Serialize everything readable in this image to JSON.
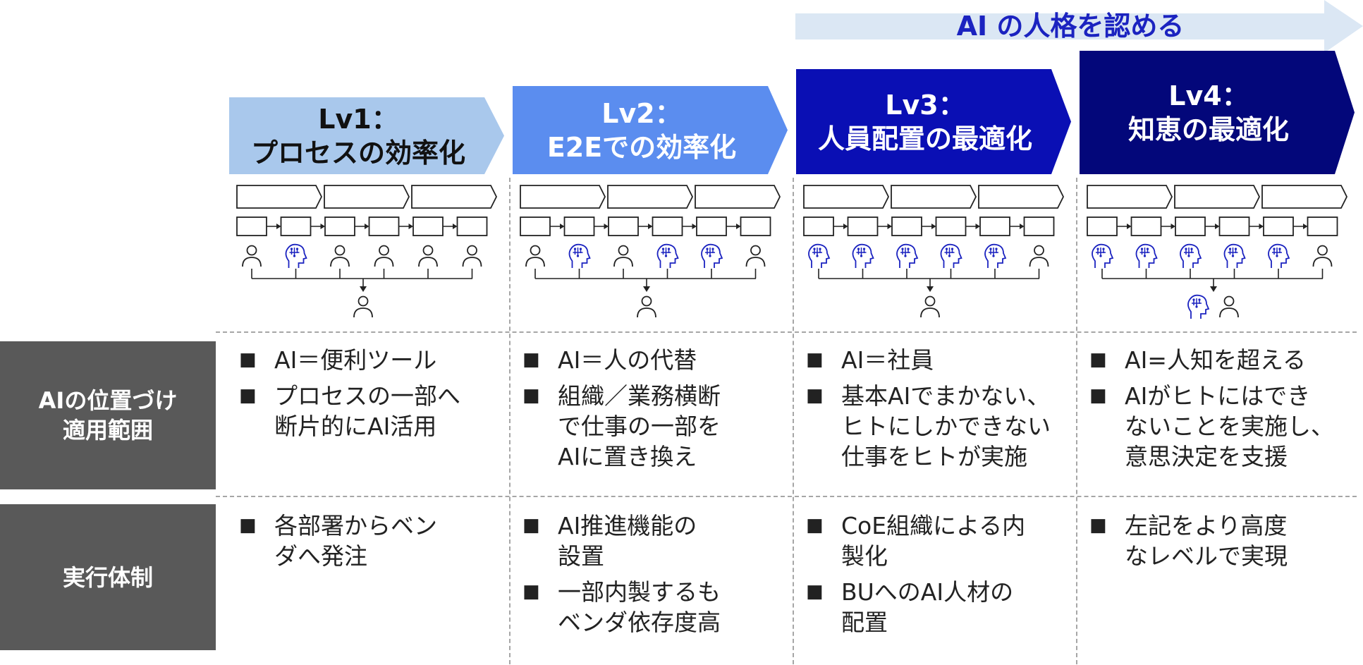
{
  "banner": {
    "label": "AI の人格を認める",
    "color": "#dbe7f4",
    "text_color": "#1b23c0"
  },
  "levels": [
    {
      "title": "Lv1：\nプロセスの効率化",
      "fill": "#a9c8ec",
      "text_color": "#111111",
      "workers": [
        "person",
        "ai",
        "person",
        "person",
        "person",
        "person"
      ],
      "outputs": [
        "person"
      ]
    },
    {
      "title": "Lv2：\nE2Eでの効率化",
      "fill": "#5b8def",
      "text_color": "#ffffff",
      "workers": [
        "person",
        "ai",
        "person",
        "ai",
        "ai",
        "person"
      ],
      "outputs": [
        "person"
      ]
    },
    {
      "title": "Lv3：\n人員配置の最適化",
      "fill": "#0a0fb4",
      "text_color": "#ffffff",
      "workers": [
        "ai",
        "ai",
        "ai",
        "ai",
        "ai",
        "person"
      ],
      "outputs": [
        "person"
      ]
    },
    {
      "title": "Lv4：\n知恵の最適化",
      "fill": "#03077a",
      "text_color": "#ffffff",
      "workers": [
        "ai",
        "ai",
        "ai",
        "ai",
        "ai",
        "person"
      ],
      "outputs": [
        "ai",
        "person"
      ]
    }
  ],
  "rows": [
    {
      "header": "AIの位置づけ\n適用範囲",
      "cells": [
        [
          "AI＝便利ツール",
          "プロセスの一部へ\n断片的にAI活用"
        ],
        [
          "AI＝人の代替",
          "組織／業務横断\nで仕事の一部を\nAIに置き換え"
        ],
        [
          "AI＝社員",
          "基本AIでまかない、\nヒトにしかできない\n仕事をヒトが実施"
        ],
        [
          "AI=人知を超える",
          "AIがヒトにはでき\nないことを実施し、\n意思決定を支援"
        ]
      ]
    },
    {
      "header": "実行体制",
      "cells": [
        [
          "各部署からベン\nダへ発注"
        ],
        [
          "AI推進機能の\n設置",
          "一部内製するも\nベンダ依存度高"
        ],
        [
          "CoE組織による内\n製化",
          "BUへのAI人材の\n配置"
        ],
        [
          "左記をより高度\nなレベルで実現"
        ]
      ]
    }
  ],
  "bullet_mark": "■",
  "icons": {
    "person": "person-icon",
    "ai": "ai-head-icon"
  },
  "colors": {
    "row_header_bg": "#595959",
    "separator": "#a6a6a6",
    "ai_icon": "#1b23c0"
  }
}
